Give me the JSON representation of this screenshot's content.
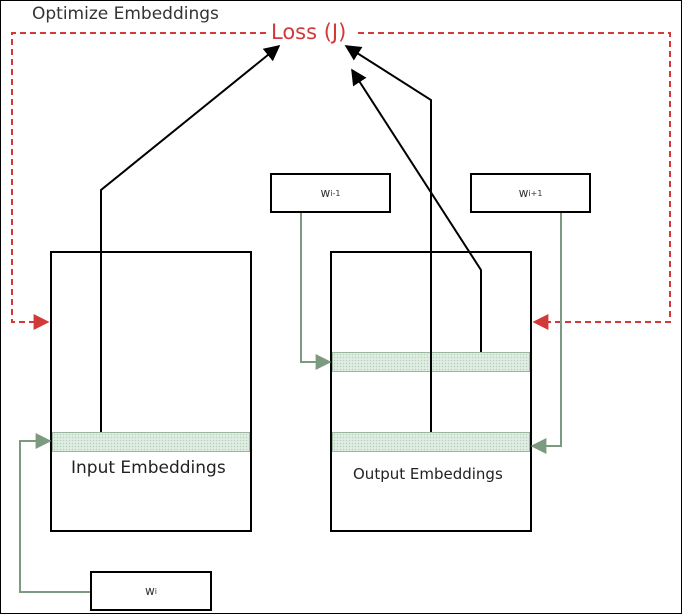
{
  "title": "Optimize Embeddings",
  "loss": {
    "label": "Loss (J)"
  },
  "input_block": {
    "label": "Input Embeddings"
  },
  "output_block": {
    "label": "Output Embeddings"
  },
  "words": {
    "w_i": {
      "base": "w",
      "sub": "i"
    },
    "w_i_prev": {
      "base": "w",
      "sub": "i-1"
    },
    "w_i_next": {
      "base": "w",
      "sub": "i+1"
    }
  },
  "colors": {
    "loss": "#d23a3a",
    "feedback": "#d23a3a",
    "lookup": "#7c9a80",
    "embedding_fill": "#dfeee2",
    "forward": "#000000"
  }
}
